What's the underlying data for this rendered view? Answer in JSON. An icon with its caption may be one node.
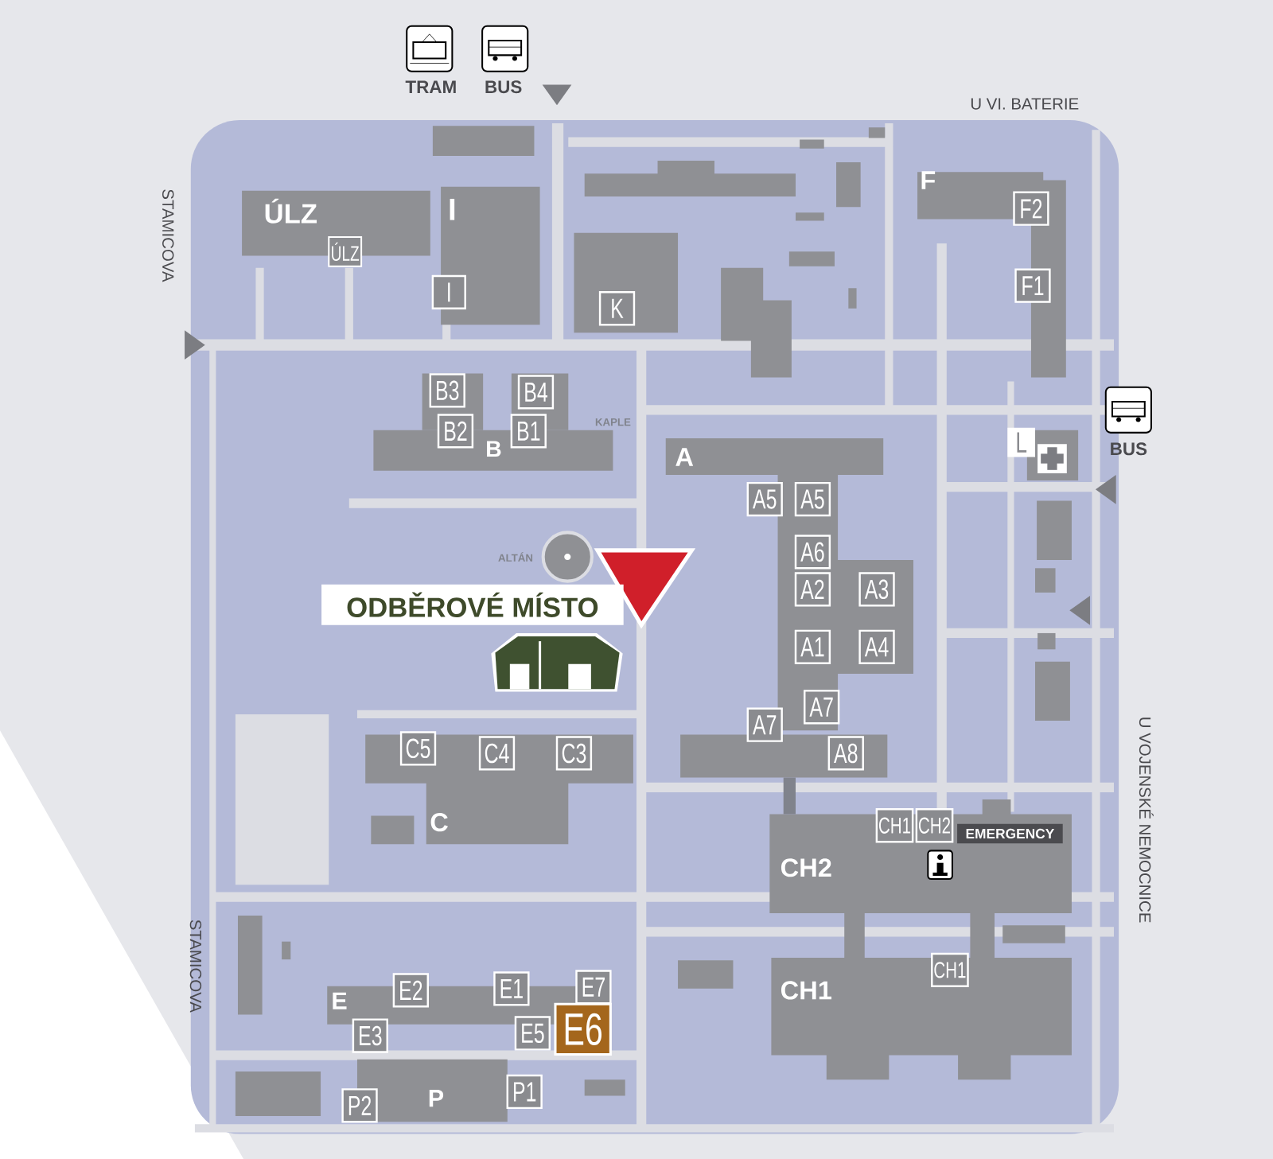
{
  "diagram": {
    "nodes": [
      {
        "text": [
          "ÚLZ"
        ]
      },
      {
        "text": [
          "I"
        ]
      },
      {
        "text": [
          "K"
        ]
      },
      {
        "text": [
          "B3"
        ]
      },
      {
        "text": [
          "B4"
        ]
      },
      {
        "text": [
          "B2"
        ]
      },
      {
        "text": [
          "B1"
        ]
      },
      {
        "text": [
          "F2"
        ]
      },
      {
        "text": [
          "F1"
        ]
      },
      {
        "text": [
          "L"
        ]
      },
      {
        "text": [
          "A5"
        ]
      },
      {
        "text": [
          "A5"
        ]
      },
      {
        "text": [
          "A6"
        ]
      },
      {
        "text": [
          "A2"
        ]
      },
      {
        "text": [
          "A3"
        ]
      },
      {
        "text": [
          "A1"
        ]
      },
      {
        "text": [
          "A4"
        ]
      },
      {
        "text": [
          "A7"
        ]
      },
      {
        "text": [
          "A7"
        ]
      },
      {
        "text": [
          "A8"
        ]
      },
      {
        "text": [
          "C5"
        ]
      },
      {
        "text": [
          "C4"
        ]
      },
      {
        "text": [
          "C3"
        ]
      },
      {
        "text": [
          "CH1"
        ]
      },
      {
        "text": [
          "CH2"
        ]
      },
      {
        "text": [
          "EMERGENCY"
        ]
      },
      {
        "text": [
          "CH1"
        ]
      },
      {
        "text": [
          "E2"
        ]
      },
      {
        "text": [
          "E1"
        ]
      },
      {
        "text": [
          "E7"
        ]
      },
      {
        "text": [
          "E5"
        ]
      },
      {
        "text": [
          "E6"
        ]
      },
      {
        "text": [
          "E3"
        ]
      },
      {
        "text": [
          "P1"
        ]
      },
      {
        "text": [
          "P2"
        ]
      },
      {
        "text": [
          "ODBĚROVÉ MÍSTO"
        ]
      }
    ],
    "labels": [
      "TRAM",
      "BUS",
      "U VI. BATERIE",
      "STAMICOVA",
      "ÚLZ",
      "I",
      "F",
      "B",
      "KAPLE",
      "BUS",
      "A",
      "ALTÁN",
      "U VOJENSKÉ NEMOCNICE",
      "C",
      "CH2",
      "CH1",
      "STAMICOVA",
      "E",
      "P"
    ]
  }
}
